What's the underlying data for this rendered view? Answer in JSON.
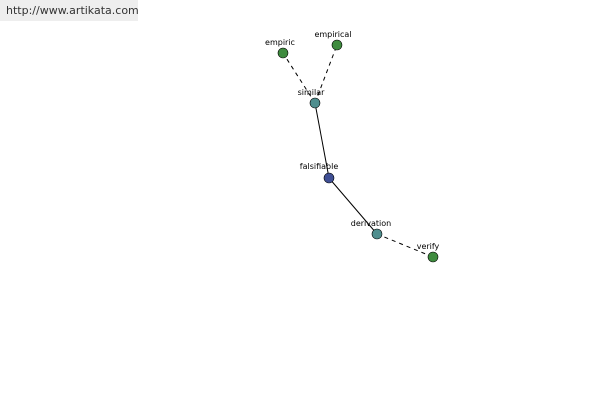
{
  "source": {
    "url_text": "http://www.artikata.com"
  },
  "graph": {
    "colors": {
      "center": "#3f4f94",
      "related": "#4f8e8e",
      "leaf": "#3e8b3e"
    },
    "nodes": [
      {
        "id": "empiric",
        "label": "empiric",
        "kind": "leaf"
      },
      {
        "id": "empirical",
        "label": "empirical",
        "kind": "leaf"
      },
      {
        "id": "similar",
        "label": "similar",
        "kind": "related"
      },
      {
        "id": "falsifiable",
        "label": "falsifiable",
        "kind": "center"
      },
      {
        "id": "derivation",
        "label": "derivation",
        "kind": "related"
      },
      {
        "id": "verify",
        "label": "verify",
        "kind": "leaf"
      }
    ],
    "edges": [
      {
        "from": "falsifiable",
        "to": "similar",
        "style": "solid"
      },
      {
        "from": "falsifiable",
        "to": "derivation",
        "style": "solid"
      },
      {
        "from": "similar",
        "to": "empiric",
        "style": "dashed"
      },
      {
        "from": "similar",
        "to": "empirical",
        "style": "dashed"
      },
      {
        "from": "derivation",
        "to": "verify",
        "style": "dashed"
      }
    ]
  }
}
